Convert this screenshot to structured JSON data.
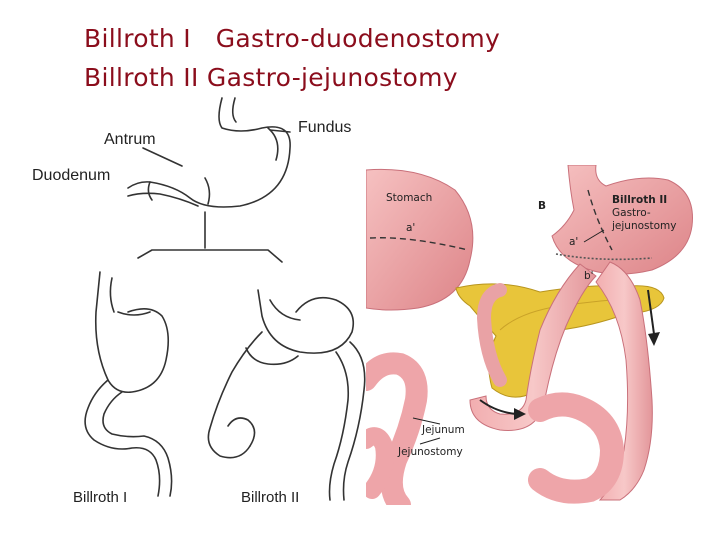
{
  "title": {
    "line1": "Billroth I   Gastro-duodenostomy",
    "line2": "Billroth II Gastro-jejunostomy"
  },
  "left_figure": {
    "labels": {
      "antrum": "Antrum",
      "fundus": "Fundus",
      "duodenum": "Duodenum",
      "billroth_1": "Billroth I",
      "billroth_2": "Billroth II"
    }
  },
  "right_figure": {
    "labels": {
      "stomach": "Stomach",
      "a_prime_left": "a'",
      "panel_b": "B",
      "billroth_2_line1": "Billroth II",
      "billroth_2_line2": "Gastro-",
      "billroth_2_line3": "jejunostomy",
      "a_prime_right": "a'",
      "b_prime": "b'",
      "jejunum": "Jejunum",
      "jejunostomy": "Jejunostomy"
    }
  },
  "colors": {
    "title": "#8b0d1c",
    "tissue": "#f0a4a4",
    "tissue_dark": "#d9777c",
    "pancreas": "#e8c53a",
    "line_art": "#333333"
  }
}
